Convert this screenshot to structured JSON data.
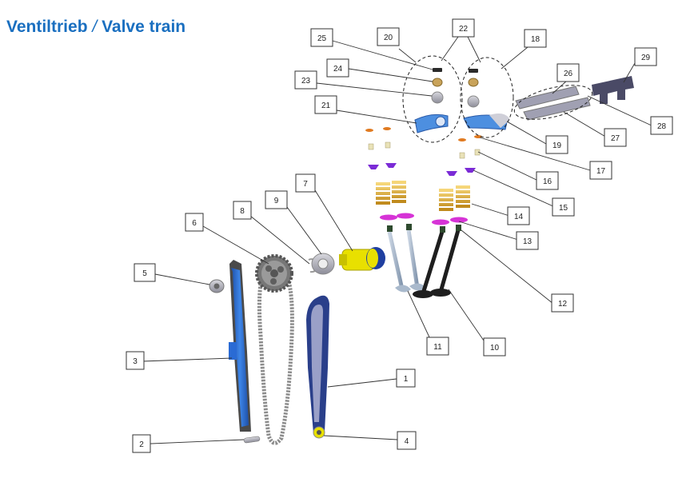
{
  "title": {
    "german": "Ventiltrieb",
    "separator": "/",
    "english": "Valve train"
  },
  "callouts": [
    "1",
    "2",
    "3",
    "4",
    "5",
    "6",
    "7",
    "8",
    "9",
    "10",
    "11",
    "12",
    "13",
    "14",
    "15",
    "16",
    "17",
    "18",
    "19",
    "20",
    "21",
    "22",
    "23",
    "24",
    "25",
    "26",
    "27",
    "28",
    "29"
  ],
  "colors": {
    "title": "#1a6fc0",
    "guide_blue": "#2a6bd4",
    "chain_grey": "#8c8c8c",
    "spring_gold": "#e0b03a",
    "retainer_purple": "#7b2bd6",
    "seal_magenta": "#d633d6",
    "actuator_yellow": "#e8e000",
    "valve_black": "#1e1e1e",
    "valve_steel": "#a9b9cc",
    "rocker_blue": "#4d8fe0",
    "shaft_grey": "#9a9aa8"
  },
  "parts": [
    {
      "callout": "1",
      "icon": "tensioner-rail-icon"
    },
    {
      "callout": "2",
      "icon": "pin-icon"
    },
    {
      "callout": "3",
      "icon": "guide-rail-icon"
    },
    {
      "callout": "4",
      "icon": "bolt-icon"
    },
    {
      "callout": "5",
      "icon": "nut-icon"
    },
    {
      "callout": "6",
      "icon": "sprocket-icon"
    },
    {
      "callout": "7",
      "icon": "cam-actuator-icon"
    },
    {
      "callout": "8",
      "icon": "circlip-icon"
    },
    {
      "callout": "9",
      "icon": "bearing-icon"
    },
    {
      "callout": "10",
      "icon": "exhaust-valve-icon"
    },
    {
      "callout": "11",
      "icon": "intake-valve-icon"
    },
    {
      "callout": "12",
      "icon": "valve-stem-seal-icon"
    },
    {
      "callout": "13",
      "icon": "spring-seat-icon"
    },
    {
      "callout": "14",
      "icon": "valve-spring-icon"
    },
    {
      "callout": "15",
      "icon": "spring-retainer-icon"
    },
    {
      "callout": "16",
      "icon": "valve-key-icon"
    },
    {
      "callout": "17",
      "icon": "lash-cap-icon"
    },
    {
      "callout": "18",
      "icon": "rocker-group-icon"
    },
    {
      "callout": "19",
      "icon": "rocker-arm-icon"
    },
    {
      "callout": "20",
      "icon": "rocker-group-icon"
    },
    {
      "callout": "21",
      "icon": "rocker-arm-icon"
    },
    {
      "callout": "22",
      "icon": "roller-group-icon"
    },
    {
      "callout": "23",
      "icon": "roller-icon"
    },
    {
      "callout": "24",
      "icon": "washer-icon"
    },
    {
      "callout": "25",
      "icon": "pin-icon"
    },
    {
      "callout": "26",
      "icon": "rocker-shaft-icon"
    },
    {
      "callout": "27",
      "icon": "rocker-shaft-icon"
    },
    {
      "callout": "28",
      "icon": "shaft-group-icon"
    },
    {
      "callout": "29",
      "icon": "shaft-bracket-icon"
    }
  ]
}
